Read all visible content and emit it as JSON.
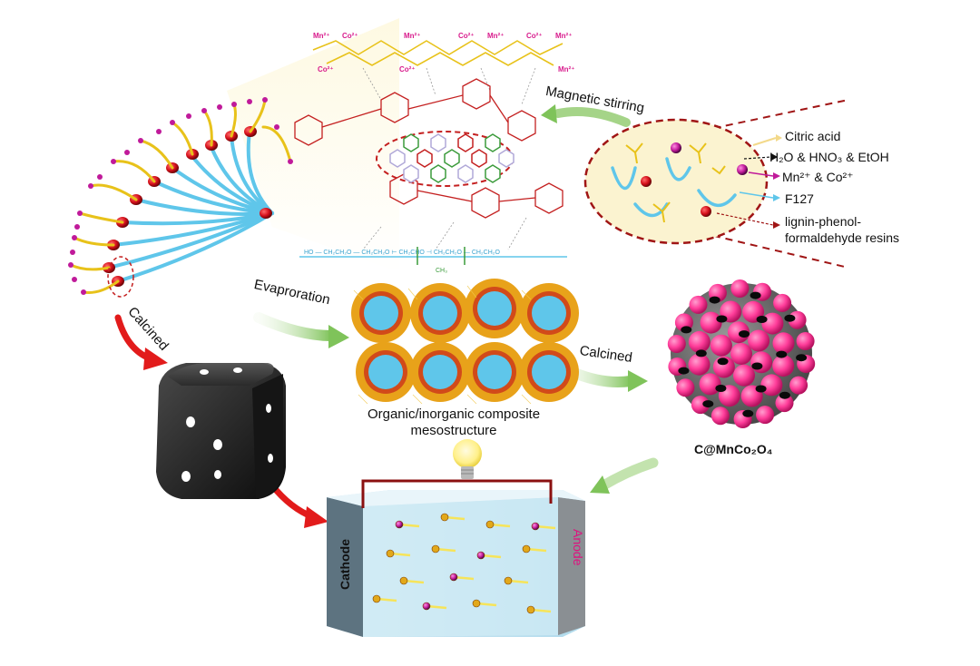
{
  "labels": {
    "magnetic_stirring": "Magnetic stirring",
    "evaporation": "Evaproration",
    "calcined_left": "Calcined",
    "calcined_right": "Calcined",
    "composite_line1": "Organic/inorganic composite",
    "composite_line2": "mesostructure",
    "product": "C@MnCo₂O₄",
    "cathode": "Cathode",
    "anode": "Anode"
  },
  "legend": [
    "Citric acid",
    "H₂O & HNO₃ & EtOH",
    "Mn²⁺ & Co²⁺",
    "F127",
    "lignin-phenol-",
    "formaldehyde resins"
  ],
  "ions": {
    "mn": "Mn²⁺",
    "co": "Co²⁺"
  },
  "colors": {
    "gold": "#e8c21a",
    "magenta": "#e0117f",
    "cyan": "#5fc6ea",
    "red": "#d11a1a",
    "dark_red": "#a01515",
    "green_arrow": "#8fc96a",
    "pink_sphere": "#ff3d9a"
  }
}
